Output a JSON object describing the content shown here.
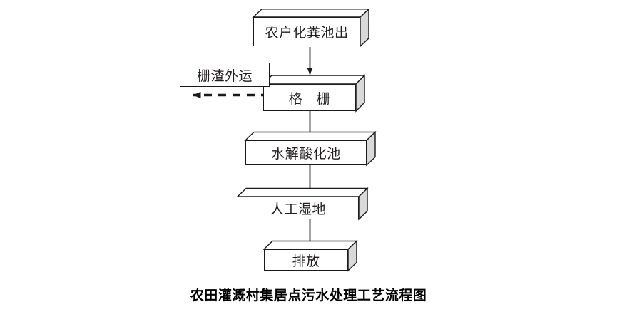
{
  "diagram": {
    "title": "农田灌溉村集居点污水处理工艺流程图",
    "nodes": [
      {
        "id": "septic-out",
        "label": "农户化粪池出",
        "shape": "cuboid"
      },
      {
        "id": "grille",
        "label": "格　栅",
        "shape": "cuboid"
      },
      {
        "id": "grit-removal",
        "label": "栅渣外运",
        "shape": "rectangle"
      },
      {
        "id": "hydrolysis",
        "label": "水解酸化池",
        "shape": "cuboid"
      },
      {
        "id": "wetland",
        "label": "人工湿地",
        "shape": "cuboid"
      },
      {
        "id": "discharge",
        "label": "排放",
        "shape": "cuboid"
      }
    ],
    "edges": [
      {
        "from": "septic-out",
        "to": "grille",
        "style": "solid"
      },
      {
        "from": "grille",
        "to": "grit-removal",
        "style": "dashed"
      },
      {
        "from": "grille",
        "to": "hydrolysis",
        "style": "solid"
      },
      {
        "from": "hydrolysis",
        "to": "wetland",
        "style": "solid"
      },
      {
        "from": "wetland",
        "to": "discharge",
        "style": "solid"
      }
    ],
    "colors": {
      "stroke": "#1a1a1a",
      "text": "#231f20",
      "face_front": "#ffffff",
      "face_top": "#ffffff",
      "face_side": "#d9d9d9",
      "background": "#ffffff"
    }
  }
}
